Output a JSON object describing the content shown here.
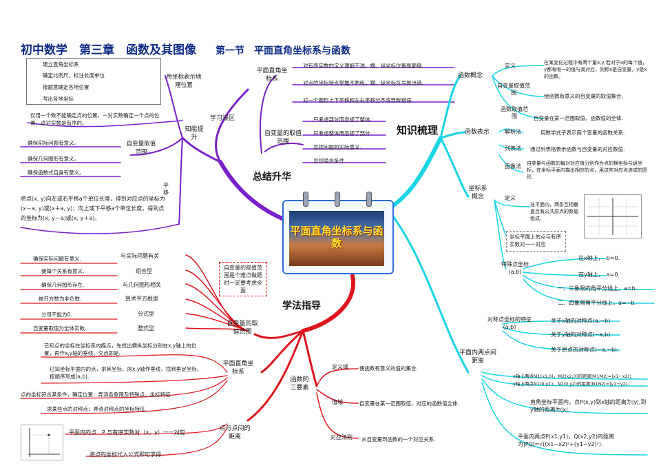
{
  "title": {
    "main": "初中数学　第三章　函数及其图像",
    "section": "第一节　平面直角坐标系与函数"
  },
  "center": {
    "text": "平面直角坐标系与函数"
  },
  "branches": {
    "summary": "总结升华",
    "knowledge": "知识梳理",
    "method": "学法指导"
  },
  "purple": {
    "knowledge_up": "知能提升",
    "misconceptions": "学习误区",
    "locate": "用坐标表示地理位置",
    "steps": [
      "建立直角坐标系",
      "确定比例尺，标注长度单位",
      "按题意确定各地位置",
      "写出各地坐标"
    ],
    "locate_note": "仅用一个数不能确定点的位置，一对实数确定一个点的位置，这对实数是有序的。",
    "var_range": "自变量取值范围",
    "var_range_items": [
      "确保实际问题有意义。",
      "确保几何图形有意义。",
      "确保函数式自身有意义。"
    ],
    "translate": "平移",
    "translate_note": "将点(x, y)向左或右平移a个单位长度，得到对应点的坐标为(x－a, y)或(x＋a, y)；向上或下平移a个单位长度，得到点的坐标为(x, y－a)或(x, y＋a)。",
    "coord": "平面直角坐标系",
    "coord_items": [
      "对有序实数的定义理解不透，横、纵坐标位置易颠倒.",
      "对点的坐标特点掌握不熟练，横、纵坐标符号易出错.",
      "对一个图形上下平移和左右平移分不清导致错误."
    ],
    "var": "自变量的取值范围",
    "var_items": [
      "只考虑部分而忽视了整体.",
      "只考虑整体而忽视了部分.",
      "忽视问题的实际意义.",
      "忽视隐含条件."
    ]
  },
  "cyan": {
    "func_concept": "函数概念",
    "def": "定义",
    "def_text": "在某变化过程中有两个量x,y;若对于x的每个值，y都有唯一的值与其对应，则称x是自变量，y是x的函数。",
    "domain": "自变量取值范围",
    "domain_text": "使函数有意义的自变量的取值集合.",
    "range": "函数取值范围",
    "range_text": "自变量在某一范围取值，函数值的全体.",
    "func_repr": "函数表示",
    "analytic": "解析法",
    "analytic_text": "用数学式子表示两个变量的函数关系.",
    "table": "列表法",
    "table_text": "通过列表格表示函数与自变量的对应数值.",
    "graph": "图像法",
    "graph_text": "自变量与函数的每对对应值分别作为点的横坐标与纵坐标，在坐标平面内描出相应的点，用这些对应点连成的图形.",
    "coord_concept": "坐标系概念",
    "coord_def": "定义",
    "coord_def_text": "在平面内，两条互相垂直且有公共原点的数轴组成.",
    "one_to_one": "坐标平面上的点与有序实数对一一对应",
    "special": "特殊点坐标(a,b)",
    "special_items": [
      "在x轴上，　b=0.",
      "在y轴上，　a=0.",
      "一、三象限的角平分线上，a=b.",
      "二、四象限角平分线上，a=−b."
    ],
    "sym": "对称点坐标的特征(a,b)",
    "sym_items": [
      "关于x轴的对称点(a,−b).",
      "关于y轴的对称点(−a,b).",
      "关于原点的对称点(−a,−b)."
    ],
    "distance": "平面内两点间距离",
    "dist_items": [
      "x轴上两点M1(x1,0)，M2(x2,0)的距离|M1M2|=|x1−x2|；",
      "y轴上两点N1(0,y1)，N2(0,y2)的距离|N1N2|=|y1−y2|."
    ],
    "dist_axis": "直角坐标平面内，点P(x,y)到x轴的距离为|y|,到y轴的距离为|x|.",
    "dist_two": "平面内两点P(x1,y1)，Q(x2,y2)的距离为|PQ|=√((x1−x2)²+(y1−y2)²)."
  },
  "red": {
    "var_range": "自变量的取值范围",
    "types": [
      "与实际问题有关",
      "组合型",
      "与几何图形相关",
      "算术平方根型",
      "分式型",
      "整式型"
    ],
    "type_notes": [
      "确保实际问题有意义.",
      "使每个关系有意义.",
      "确保几何图形存在.",
      "被开方数为非负数.",
      "分母不能为0.",
      "自变量取值为全体实数."
    ],
    "callout": "自变量的取值范围是个难点做题时一定要考虑全面",
    "coord": "平面直角坐标系",
    "coord_items": [
      "已知点的坐标在坐标系内描点，先找出横纵坐标分别在x,y轴上的位置，再作x,y轴的垂线，交点即是.",
      "已知坐标平面内的点，求其坐标，向x,y轴作垂线，找到垂足坐标，按顺序写成(a,b).",
      "点的坐标符合某条件，确定位置：弄清各象限及特殊点、坐标特征",
      "求某些点的对称点：弄清对称点的坐标特征."
    ],
    "distance": "点与点间的距离",
    "dist_items": [
      "平面内的点　P 与有序实数对（x，y）一一对应",
      "将点的坐标代入公式即可求得."
    ],
    "three": "函数的三要素",
    "three_items": [
      {
        "k": "定义域",
        "v": "使函数有意义的值的集合."
      },
      {
        "k": "值域",
        "v": "自变量在某一范围取值，对应的函数值全体."
      },
      {
        "k": "对应法则",
        "v": "从自变量到函数的一个对应关系."
      }
    ]
  },
  "colors": {
    "purple": "#7a1fc9",
    "cyan": "#17d4e6",
    "red": "#e0141c",
    "title": "#0d2a86"
  }
}
